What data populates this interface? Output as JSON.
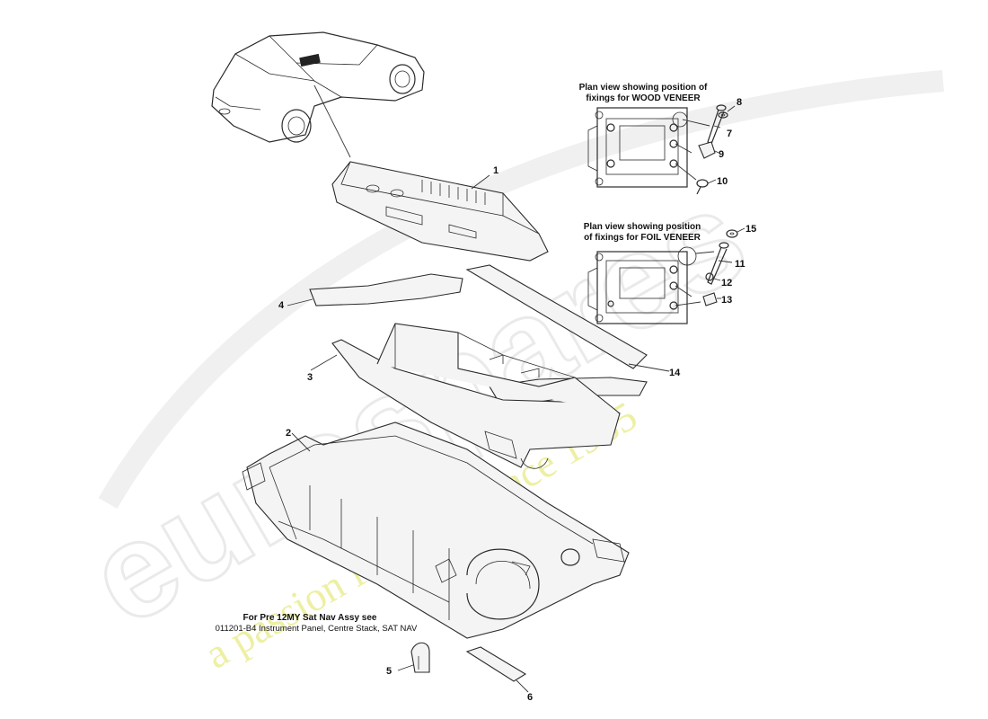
{
  "watermark": {
    "brand": "eurospares",
    "tagline": "a passion for parts since 1985"
  },
  "callouts": {
    "wood_veneer": [
      "Plan view showing position of",
      "fixings for WOOD VENEER"
    ],
    "foil_veneer": [
      "Plan view showing position",
      "of fixings for FOIL VENEER"
    ],
    "note": [
      "For Pre 12MY Sat Nav Assy see",
      "011201-B4 Instrument Panel, Centre Stack, SAT NAV"
    ]
  },
  "part_numbers": {
    "p1": "1",
    "p2": "2",
    "p3": "3",
    "p4": "4",
    "p5": "5",
    "p6": "6",
    "p7": "7",
    "p8": "8",
    "p9": "9",
    "p10": "10",
    "p11": "11",
    "p12": "12",
    "p13": "13",
    "p14": "14",
    "p15": "15"
  }
}
